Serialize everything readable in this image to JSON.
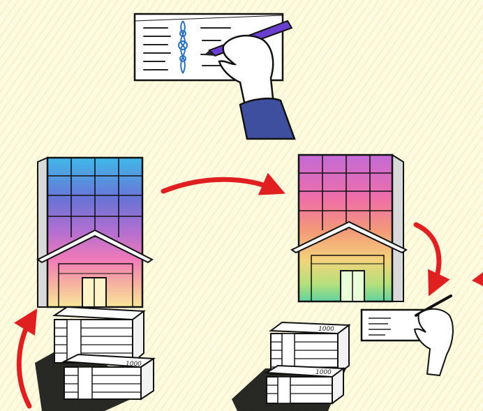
{
  "scene": {
    "background_color": "#fffbe0",
    "arrow_color": "#e02020",
    "outline_color": "#111111",
    "sleeve_color": "#3f4fa0",
    "pen_color": "#6a3fd0"
  },
  "banknotes": {
    "left_front_denomination": "1000",
    "right_back_denomination": "1000",
    "right_front_denomination": "1000"
  }
}
